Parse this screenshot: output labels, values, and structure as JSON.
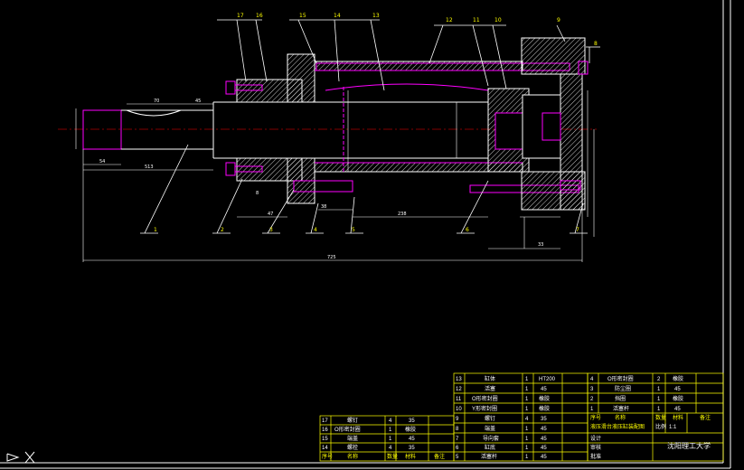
{
  "colors": {
    "background": "#000000",
    "outline": "#ffffff",
    "highlight": "#ff00ff",
    "dimension": "#ffffff",
    "centerline": "#ff0000",
    "table_border": "#ffff00"
  },
  "balloons": {
    "top": [
      "17",
      "16",
      "15",
      "14",
      "13",
      "12",
      "11",
      "10",
      "9",
      "8"
    ],
    "bottom": [
      "1",
      "2",
      "3",
      "4",
      "5",
      "6",
      "7"
    ]
  },
  "dimensions": {
    "d1": "70",
    "d2": "45",
    "d3": "54",
    "d4": "513",
    "d5": "238",
    "d6": "725",
    "d7": "8",
    "d8": "47",
    "d9": "33",
    "d10": "38"
  },
  "title_block": {
    "school": "沈阳理工大学",
    "drawing_title": "液压滑台液压缸装配图",
    "scale_label": "比例",
    "scale_value": "1:1",
    "header_left": [
      "序号",
      "名称",
      "数量",
      "材料",
      "备注"
    ],
    "header_right": [
      "序号",
      "名称",
      "数量",
      "材料",
      "备注"
    ],
    "rows_left_small": [
      {
        "no": "17",
        "name": "螺钉",
        "qty": "4",
        "mat": "35"
      },
      {
        "no": "16",
        "name": "O形密封圈",
        "qty": "1",
        "mat": "橡胶"
      },
      {
        "no": "15",
        "name": "端盖",
        "qty": "1",
        "mat": "45"
      },
      {
        "no": "14",
        "name": "螺栓",
        "qty": "4",
        "mat": "35"
      }
    ],
    "rows_middle": [
      {
        "no": "13",
        "name": "缸体",
        "qty": "1",
        "mat": "HT200"
      },
      {
        "no": "12",
        "name": "活塞",
        "qty": "1",
        "mat": "45"
      },
      {
        "no": "11",
        "name": "O形密封圈",
        "qty": "1",
        "mat": "橡胶"
      },
      {
        "no": "10",
        "name": "Y形密封圈",
        "qty": "1",
        "mat": "橡胶"
      },
      {
        "no": "9",
        "name": "螺钉",
        "qty": "4",
        "mat": "35"
      },
      {
        "no": "8",
        "name": "端盖",
        "qty": "1",
        "mat": "45"
      },
      {
        "no": "7",
        "name": "导向套",
        "qty": "1",
        "mat": "45"
      },
      {
        "no": "6",
        "name": "缸底",
        "qty": "1",
        "mat": "45"
      },
      {
        "no": "5",
        "name": "活塞杆",
        "qty": "1",
        "mat": "45"
      }
    ],
    "rows_right": [
      {
        "no": "4",
        "name": "O形密封圈",
        "qty": "2",
        "mat": "橡胶"
      },
      {
        "no": "3",
        "name": "防尘圈",
        "qty": "1",
        "mat": "45"
      },
      {
        "no": "2",
        "name": "挡圈",
        "qty": "1",
        "mat": "橡胶"
      },
      {
        "no": "1",
        "name": "活塞杆",
        "qty": "1",
        "mat": "45"
      }
    ],
    "role_labels": [
      "设计",
      "审核",
      "批准"
    ]
  }
}
